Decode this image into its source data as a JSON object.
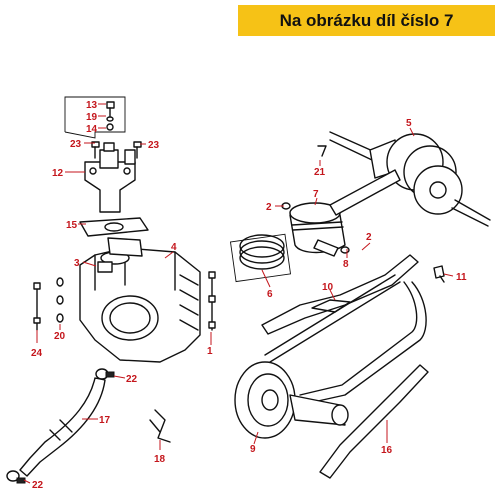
{
  "banner": {
    "text": "Na obrázku díl číslo 7"
  },
  "colors": {
    "banner_bg": "#f6c216",
    "label": "#c4161c",
    "line": "#111111"
  },
  "parts": [
    {
      "id": "p1",
      "label": "1"
    },
    {
      "id": "p2a",
      "label": "2"
    },
    {
      "id": "p2b",
      "label": "2"
    },
    {
      "id": "p3",
      "label": "3"
    },
    {
      "id": "p4",
      "label": "4"
    },
    {
      "id": "p5",
      "label": "5"
    },
    {
      "id": "p6",
      "label": "6"
    },
    {
      "id": "p7",
      "label": "7"
    },
    {
      "id": "p8",
      "label": "8"
    },
    {
      "id": "p9",
      "label": "9"
    },
    {
      "id": "p10",
      "label": "10"
    },
    {
      "id": "p11",
      "label": "11"
    },
    {
      "id": "p12",
      "label": "12"
    },
    {
      "id": "p13",
      "label": "13"
    },
    {
      "id": "p14",
      "label": "14"
    },
    {
      "id": "p15",
      "label": "15"
    },
    {
      "id": "p16",
      "label": "16"
    },
    {
      "id": "p17",
      "label": "17"
    },
    {
      "id": "p18",
      "label": "18"
    },
    {
      "id": "p19",
      "label": "19"
    },
    {
      "id": "p20",
      "label": "20"
    },
    {
      "id": "p21",
      "label": "21"
    },
    {
      "id": "p22a",
      "label": "22"
    },
    {
      "id": "p22b",
      "label": "22"
    },
    {
      "id": "p23a",
      "label": "23"
    },
    {
      "id": "p23b",
      "label": "23"
    },
    {
      "id": "p24",
      "label": "24"
    }
  ]
}
